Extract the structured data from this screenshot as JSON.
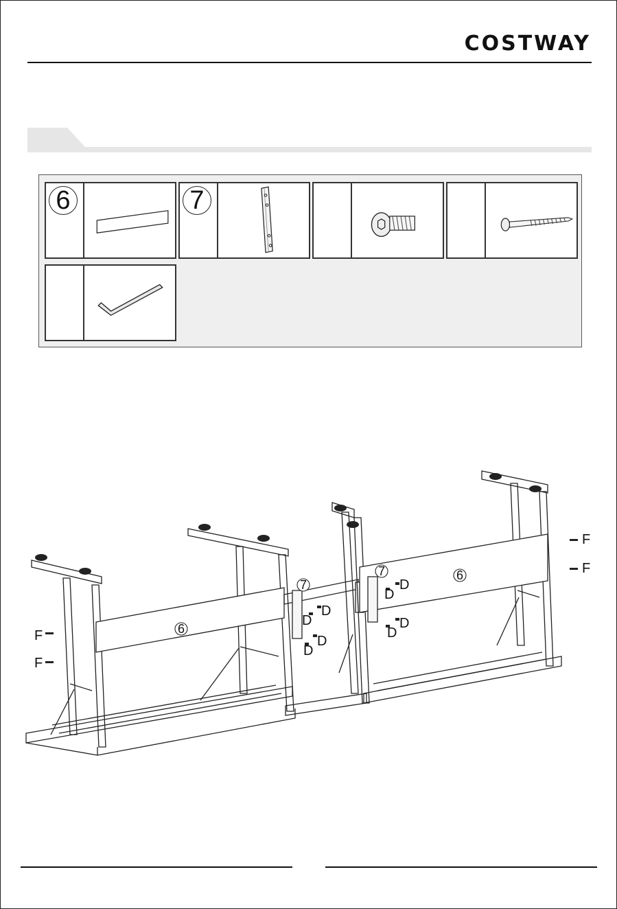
{
  "header": {
    "brand": "COSTWAY"
  },
  "parts": [
    {
      "number": "6",
      "icon": "board-panel-icon"
    },
    {
      "number": "7",
      "icon": "connecting-plate-icon"
    },
    {
      "number": "",
      "icon": "short-bolt-icon"
    },
    {
      "number": "",
      "icon": "long-bolt-icon"
    },
    {
      "number": "",
      "icon": "allen-key-icon"
    }
  ],
  "diagram": {
    "part_labels": [
      "6",
      "7",
      "6",
      "7"
    ],
    "hardware_labels": [
      "D",
      "D",
      "D",
      "D",
      "D",
      "D",
      "D",
      "D",
      "F",
      "F",
      "F",
      "F"
    ]
  },
  "colors": {
    "line": "#222222",
    "panel": "#efefef",
    "band": "#e6e6e6"
  }
}
